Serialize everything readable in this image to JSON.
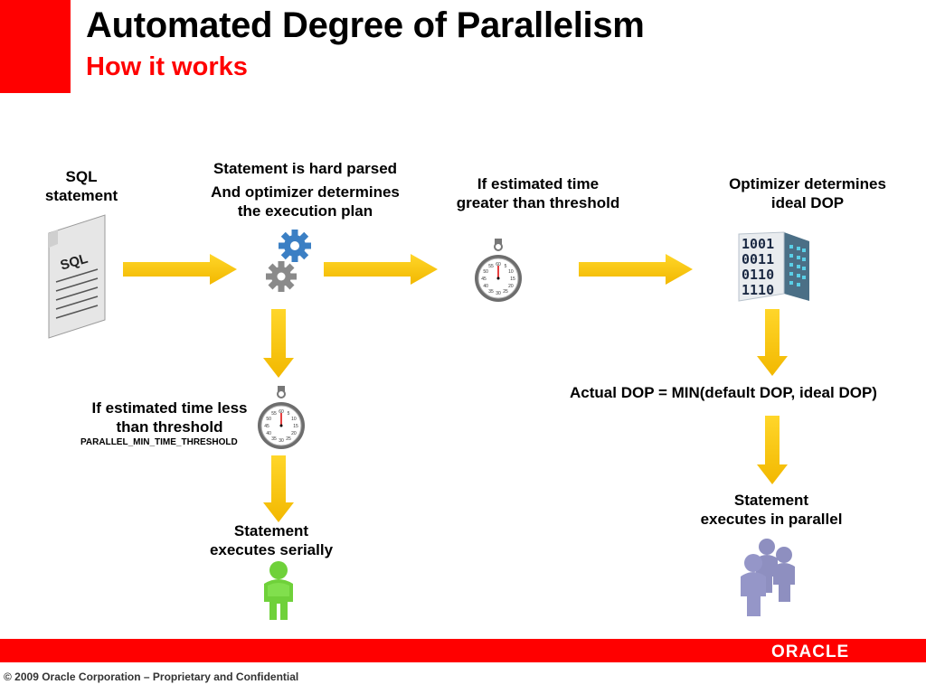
{
  "header": {
    "title": "Automated Degree of Parallelism",
    "subtitle": "How it works"
  },
  "nodes": {
    "sql_statement": {
      "line1": "SQL",
      "line2": "statement",
      "doc_text": "SQL"
    },
    "hard_parse": {
      "line1": "Statement is hard parsed",
      "line2": "And optimizer determines",
      "line3": "the execution plan"
    },
    "greater_threshold": {
      "line1": "If estimated time",
      "line2": "greater than threshold"
    },
    "ideal_dop": {
      "line1": "Optimizer determines",
      "line2": "ideal DOP",
      "binary": [
        "1001",
        "0011",
        "0110",
        "1110"
      ]
    },
    "less_threshold": {
      "line1": "If estimated time less",
      "line2": "than threshold",
      "param": "PARALLEL_MIN_TIME_THRESHOLD"
    },
    "actual_dop": {
      "text": "Actual DOP = MIN(default DOP, ideal DOP)"
    },
    "parallel": {
      "line1": "Statement",
      "line2": "executes in parallel"
    },
    "serial": {
      "line1": "Statement",
      "line2": "executes serially"
    }
  },
  "stopwatch": {
    "ticks": [
      "60",
      "5",
      "10",
      "15",
      "20",
      "25",
      "30",
      "35",
      "40",
      "45",
      "50",
      "55"
    ]
  },
  "footer": {
    "logo": "ORACLE",
    "copyright": "© 2009 Oracle Corporation – Proprietary and Confidential"
  },
  "colors": {
    "accent_red": "#ff0000",
    "arrow_yellow": "#f7c600",
    "gear_blue": "#3b7fc4",
    "gear_gray": "#8a8a8a",
    "person_green": "#6fd13a",
    "person_purple": "#8e8fc0"
  }
}
